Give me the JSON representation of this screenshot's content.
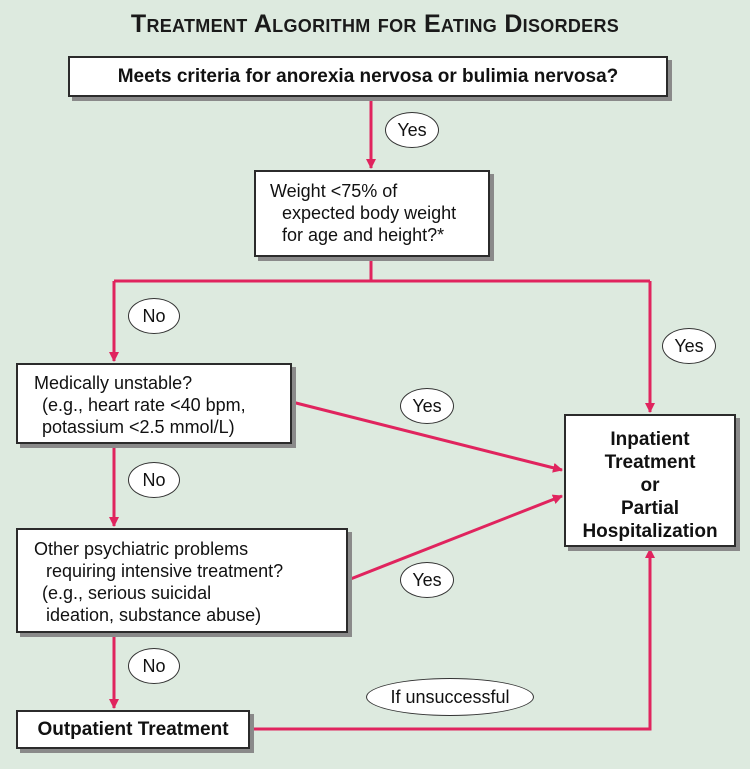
{
  "title": "Treatment Algorithm for Eating Disorders",
  "nodes": {
    "criteria": "Meets criteria for anorexia nervosa or bulimia nervosa?",
    "weight": [
      "Weight <75% of",
      "expected body weight",
      "for age and height?*"
    ],
    "medical": [
      "Medically unstable?",
      "(e.g., heart rate <40 bpm,",
      "potassium <2.5 mmol/L)"
    ],
    "psychiatric": [
      "Other psychiatric problems",
      "requiring intensive treatment?",
      "(e.g., serious suicidal",
      "ideation, substance abuse)"
    ],
    "outpatient": "Outpatient Treatment",
    "inpatient": [
      "Inpatient",
      "Treatment",
      "or",
      "Partial",
      "Hospitalization"
    ]
  },
  "edge_labels": {
    "criteria_to_weight": "Yes",
    "weight_no": "No",
    "weight_yes": "Yes",
    "medical_yes": "Yes",
    "medical_no": "No",
    "psychiatric_yes": "Yes",
    "psychiatric_no": "No",
    "outpatient_unsuccessful": "If unsuccessful"
  },
  "colors": {
    "arrow": "#e0245e",
    "background": "#ddeadf",
    "box_border": "#2b2b2b"
  }
}
